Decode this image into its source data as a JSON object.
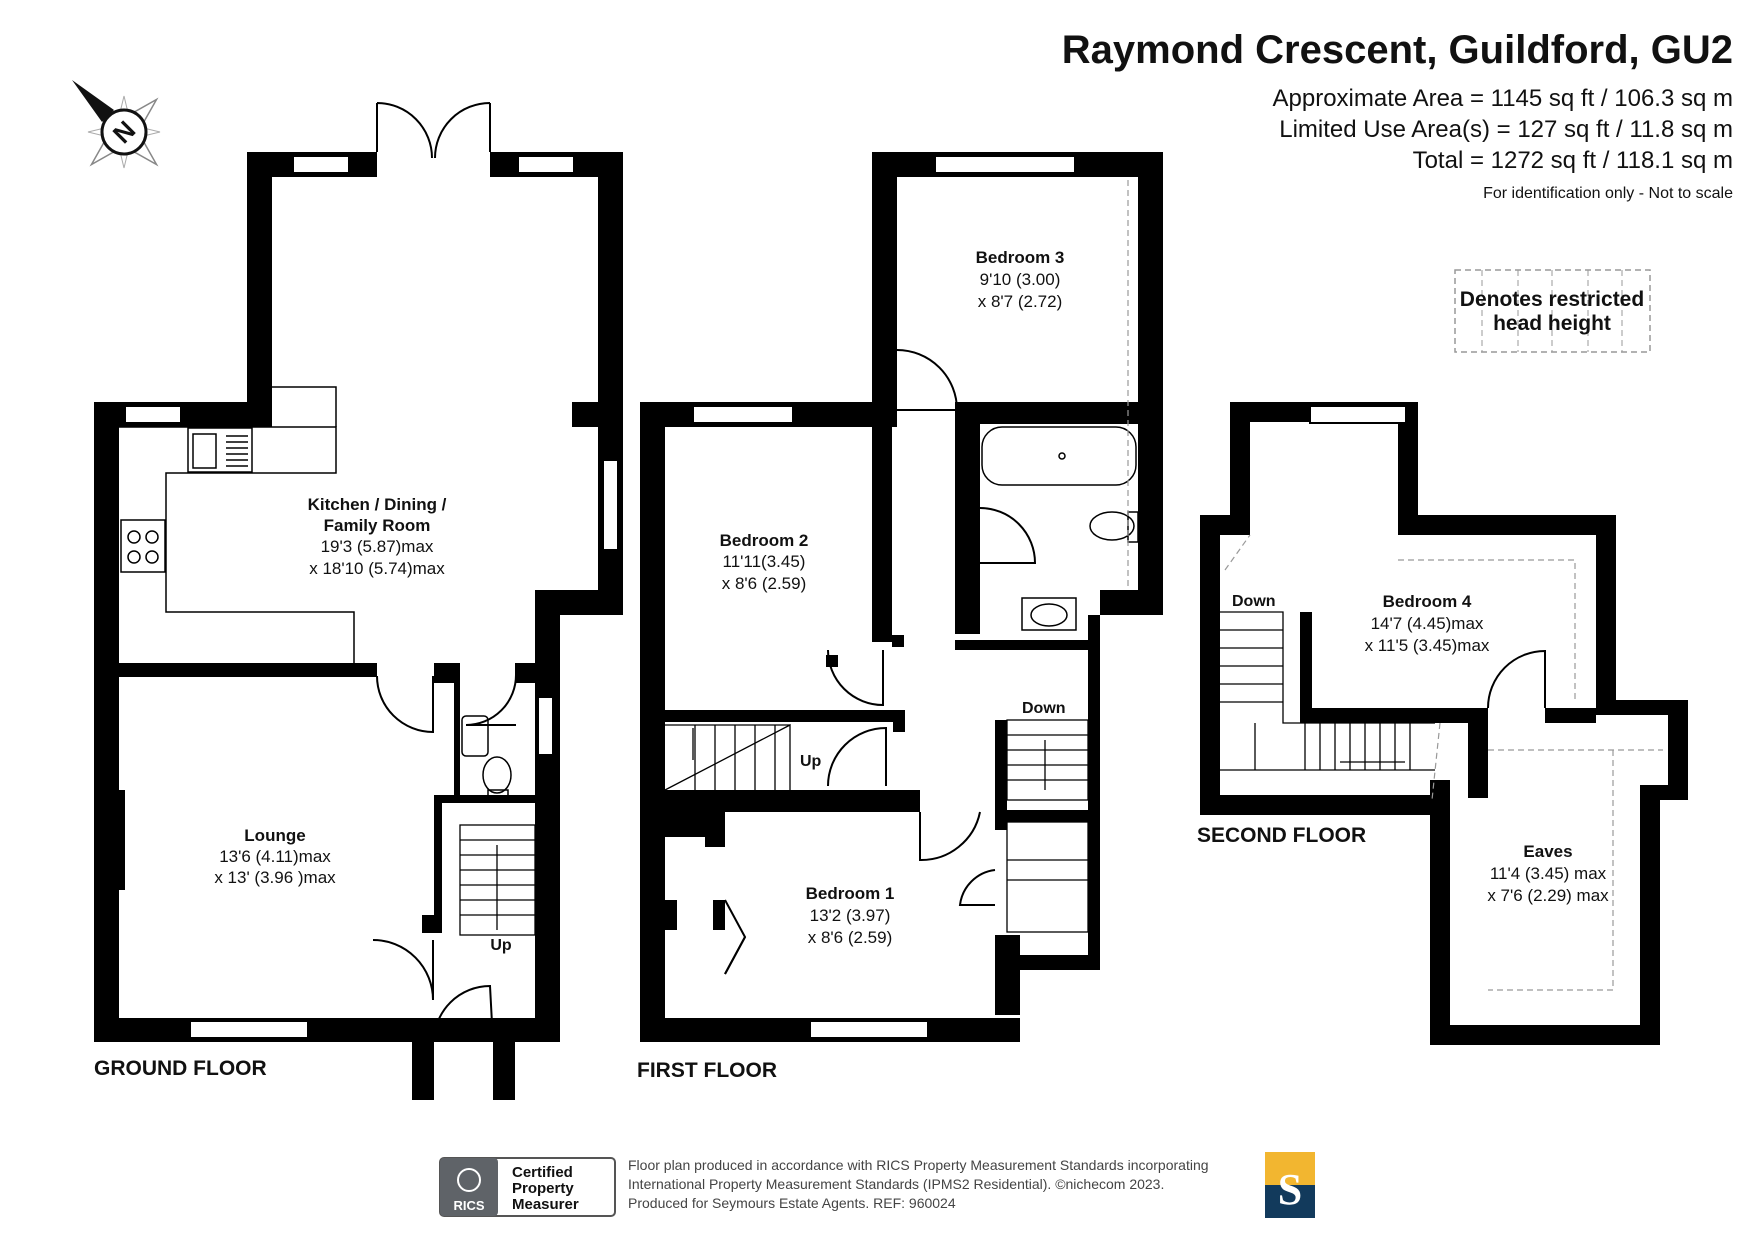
{
  "header": {
    "title": "Raymond Crescent, Guildford, GU2",
    "areas": [
      "Approximate Area = 1145 sq ft / 106.3 sq m",
      "Limited Use Area(s) = 127 sq ft / 11.8 sq m",
      "Total = 1272 sq ft / 118.1 sq m"
    ],
    "disclaimer": "For identification only - Not to scale"
  },
  "compass": {
    "label": "N"
  },
  "legend": {
    "line1": "Denotes restricted",
    "line2": "head height"
  },
  "floors": {
    "ground": "GROUND FLOOR",
    "first": "FIRST FLOOR",
    "second": "SECOND FLOOR"
  },
  "rooms": {
    "kitchen": {
      "name1": "Kitchen / Dining /",
      "name2": "Family Room",
      "dim1": "19'3 (5.87)max",
      "dim2": "x 18'10 (5.74)max"
    },
    "lounge": {
      "name": "Lounge",
      "dim1": "13'6 (4.11)max",
      "dim2": "x 13' (3.96 )max"
    },
    "bedroom1": {
      "name": "Bedroom 1",
      "dim1": "13'2 (3.97)",
      "dim2": "x 8'6 (2.59)"
    },
    "bedroom2": {
      "name": "Bedroom 2",
      "dim1": "11'11(3.45)",
      "dim2": "x 8'6 (2.59)"
    },
    "bedroom3": {
      "name": "Bedroom 3",
      "dim1": "9'10 (3.00)",
      "dim2": "x 8'7 (2.72)"
    },
    "bedroom4": {
      "name": "Bedroom 4",
      "dim1": "14'7 (4.45)max",
      "dim2": "x 11'5 (3.45)max"
    },
    "eaves": {
      "name": "Eaves",
      "dim1": "11'4 (3.45) max",
      "dim2": "x 7'6 (2.29) max"
    }
  },
  "stairs": {
    "ground_up": "Up",
    "first_up": "Up",
    "first_down": "Down",
    "second_down": "Down"
  },
  "footer": {
    "rics_line1": "Certified",
    "rics_line2": "Property",
    "rics_line3": "Measurer",
    "rics_badge": "RICS",
    "text1": "Floor plan produced in accordance with RICS Property Measurement Standards incorporating",
    "text2": "International Property Measurement Standards (IPMS2 Residential).  ©nichecom 2023.",
    "text3": "Produced for Seymours Estate Agents.   REF:  960024",
    "logo_letter": "S",
    "logo_colors": {
      "top": "#f2b630",
      "bottom": "#123a5c"
    }
  }
}
